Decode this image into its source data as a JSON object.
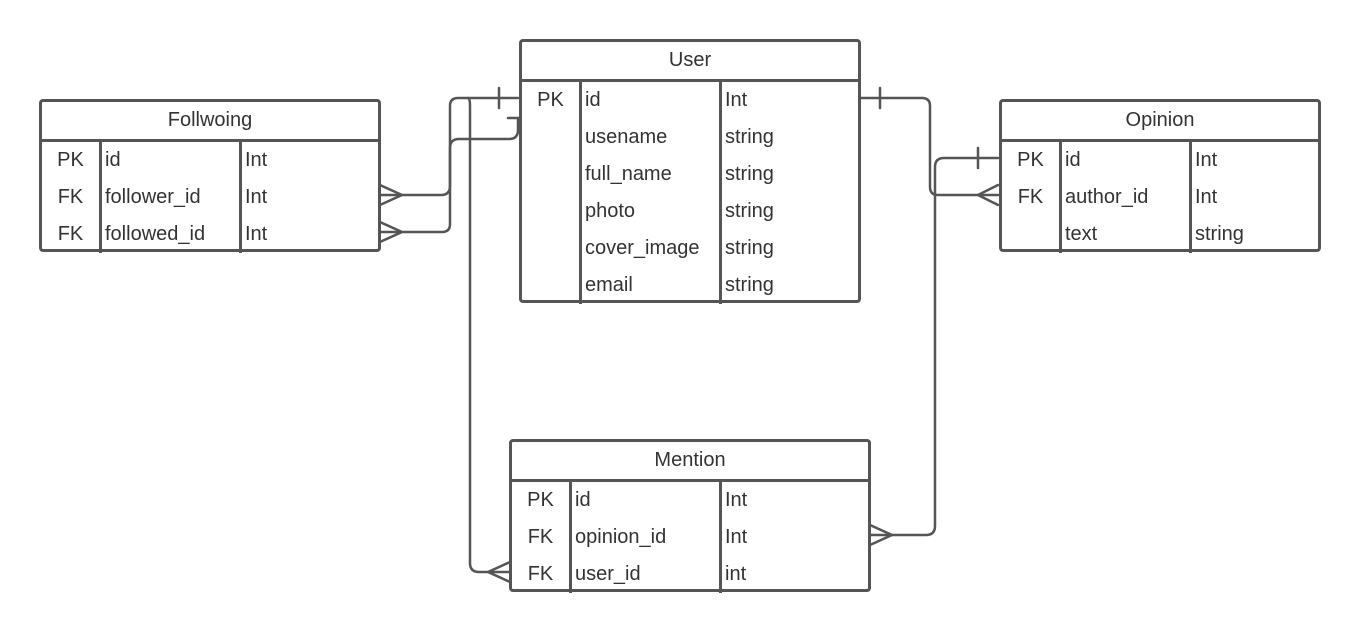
{
  "diagram": {
    "line_color": "#555555",
    "entities": {
      "following": {
        "title": "Follwoing",
        "rows": [
          {
            "key": "PK",
            "name": "id",
            "type": "Int"
          },
          {
            "key": "FK",
            "name": "follower_id",
            "type": "Int"
          },
          {
            "key": "FK",
            "name": "followed_id",
            "type": "Int"
          }
        ]
      },
      "user": {
        "title": "User",
        "rows": [
          {
            "key": "PK",
            "name": "id",
            "type": "Int"
          },
          {
            "key": "",
            "name": "usename",
            "type": "string"
          },
          {
            "key": "",
            "name": "full_name",
            "type": "string"
          },
          {
            "key": "",
            "name": "photo",
            "type": "string"
          },
          {
            "key": "",
            "name": "cover_image",
            "type": "string"
          },
          {
            "key": "",
            "name": "email",
            "type": "string"
          }
        ]
      },
      "opinion": {
        "title": "Opinion",
        "rows": [
          {
            "key": "PK",
            "name": "id",
            "type": "Int"
          },
          {
            "key": "FK",
            "name": "author_id",
            "type": "Int"
          },
          {
            "key": "",
            "name": "text",
            "type": "string"
          }
        ]
      },
      "mention": {
        "title": "Mention",
        "rows": [
          {
            "key": "PK",
            "name": "id",
            "type": "Int"
          },
          {
            "key": "FK",
            "name": "opinion_id",
            "type": "Int"
          },
          {
            "key": "FK",
            "name": "user_id",
            "type": "int"
          }
        ]
      }
    },
    "relationships": [
      {
        "from": "user.id",
        "to": "following.follower_id",
        "cardinality": "one-to-many"
      },
      {
        "from": "user.id",
        "to": "following.followed_id",
        "cardinality": "one-to-many"
      },
      {
        "from": "user.id",
        "to": "opinion.author_id",
        "cardinality": "one-to-many"
      },
      {
        "from": "opinion.id",
        "to": "mention.opinion_id",
        "cardinality": "one-to-many"
      },
      {
        "from": "user.id",
        "to": "mention.user_id",
        "cardinality": "one-to-many"
      }
    ]
  }
}
